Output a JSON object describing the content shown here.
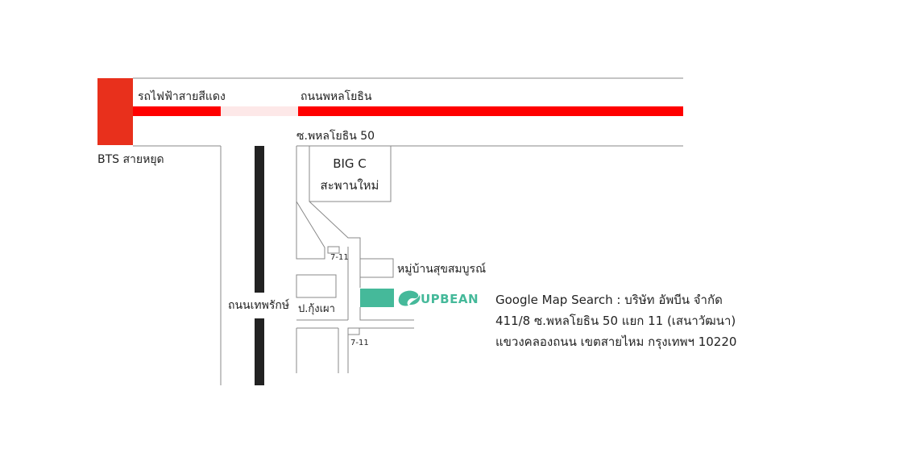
{
  "colors": {
    "bts_red": "#e8301c",
    "bts_line_red": "#ff0000",
    "bts_line_faded": "#fde8e8",
    "street_line": "#888888",
    "main_road": "#222222",
    "upbean_green": "#45b99a"
  },
  "labels": {
    "bts_line": "รถไฟฟ้าสายสีแดง",
    "main_road_top": "ถนนพหลโยธิน",
    "soi_phahon_50": "ซ.พหลโยธิน 50",
    "bts_station": "BTS สายหยุด",
    "big_c_line1": "BIG C",
    "big_c_line2": "สะพานใหม่",
    "seven_eleven_1": "7-11",
    "seven_eleven_2": "7-11",
    "village": "หมู่บ้านสุขสมบูรณ์",
    "shrimp_shop": "ป.กุ้งเผา",
    "road_thepharak": "ถนนเทพรักษ์",
    "upbean_brand": "UPBEAN"
  },
  "icons": {
    "upbean_logo": "bean-logo-icon"
  },
  "contact": {
    "line1": "Google Map Search : บริษัท อัพบีน จำกัด",
    "line2": "411/8 ซ.พหลโยธิน 50 แยก 11 (เสนาวัฒนา)",
    "line3": "แขวงคลองถนน เขตสายไหม กรุงเทพฯ 10220"
  }
}
